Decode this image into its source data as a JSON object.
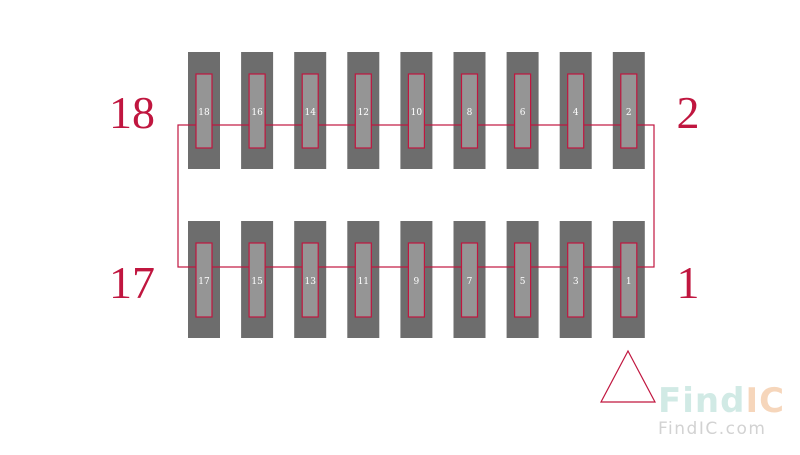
{
  "colors": {
    "pad": "#6d6d6d",
    "pin_fill": "#959595",
    "outline": "#c0163f",
    "label": "#c0163f",
    "watermark_find": "#cfe9e4",
    "watermark_ic": "#f6d4b8",
    "watermark_small": "#d0d0d0"
  },
  "top_row": [
    "18",
    "16",
    "14",
    "12",
    "10",
    "8",
    "6",
    "4",
    "2"
  ],
  "bottom_row": [
    "17",
    "15",
    "13",
    "11",
    "9",
    "7",
    "5",
    "3",
    "1"
  ],
  "corner_labels": {
    "top_left": "18",
    "top_right": "2",
    "bottom_left": "17",
    "bottom_right": "1"
  },
  "pin1_marker": "triangle-icon",
  "watermark": {
    "find": "Find",
    "ic": "IC",
    "site": "FindIC.com"
  }
}
